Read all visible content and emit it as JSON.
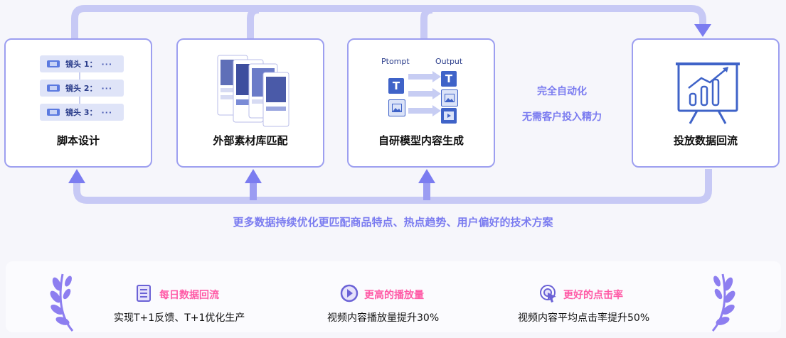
{
  "colors": {
    "accent": "#7b7cf0",
    "pink": "#ff5aa6",
    "border": "#9d9ff0"
  },
  "steps": [
    {
      "label": "脚本设计",
      "shots": [
        {
          "label": "镜头 1",
          "suffix": "："
        },
        {
          "label": "镜头 2",
          "suffix": "："
        },
        {
          "label": "镜头 3",
          "suffix": "："
        }
      ]
    },
    {
      "label": "外部素材库匹配"
    },
    {
      "label": "自研模型内容生成",
      "input_label": "Ptompt",
      "output_label": "Output",
      "input_glyph": "T",
      "output_glyph": "T"
    },
    {
      "label": "投放数据回流"
    }
  ],
  "automation": {
    "line1": "完全自动化",
    "line2": "无需客户投入精力"
  },
  "footer_note": "更多数据持续优化更匹配商品特点、热点趋势、用户偏好的技术方案",
  "benefits": [
    {
      "title": "每日数据回流",
      "desc": "实现T+1反馈、T+1优化生产",
      "icon": "document-stack-icon"
    },
    {
      "title": "更高的播放量",
      "desc": "视频内容播放量提升30%",
      "icon": "play-circle-icon"
    },
    {
      "title": "更好的点击率",
      "desc": "视频内容平均点击率提升50%",
      "icon": "click-target-icon"
    }
  ]
}
